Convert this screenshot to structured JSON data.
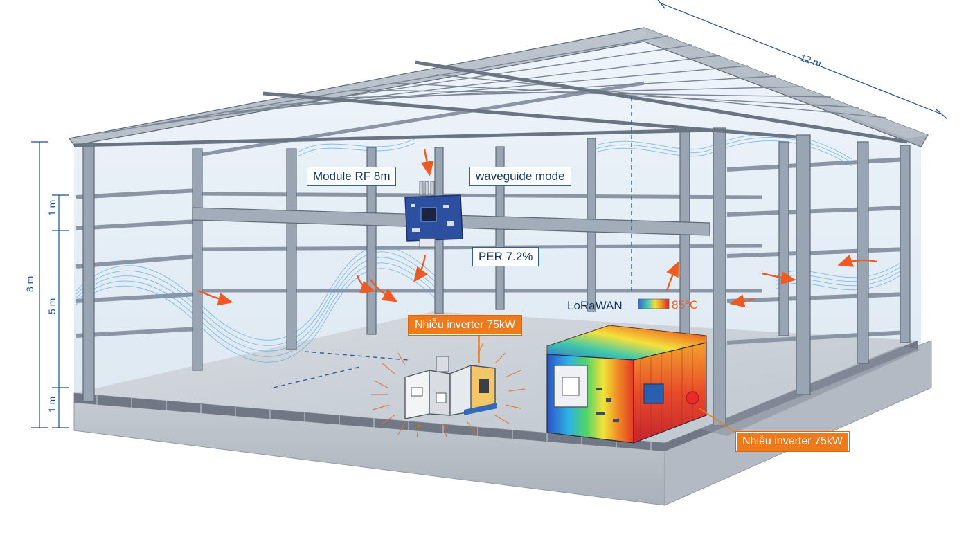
{
  "dimensions": {
    "width_label": "12 m",
    "height_total": "8 m",
    "height_top": "1 m",
    "height_mid": "5 m",
    "height_bottom": "1 m"
  },
  "labels": {
    "module_rf": "Module RF 8m",
    "waveguide": "waveguide mode",
    "per": "PER 7.2%",
    "lorawan": "LoRaWAN",
    "temperature": "85°C",
    "inverter_left": "Nhiễu inverter 75kW",
    "inverter_right": "Nhiễu inverter 75kW"
  },
  "colors": {
    "steel": "#8a96a6",
    "steel_dark": "#5e6a7a",
    "accent_orange": "#ee7a1c",
    "wave_blue": "#5aa9e6",
    "dimension_blue": "#1f4f86"
  },
  "icons": [
    "rf-module-icon",
    "inverter-icon",
    "thermal-cabinet-icon",
    "thermal-scale-icon"
  ]
}
